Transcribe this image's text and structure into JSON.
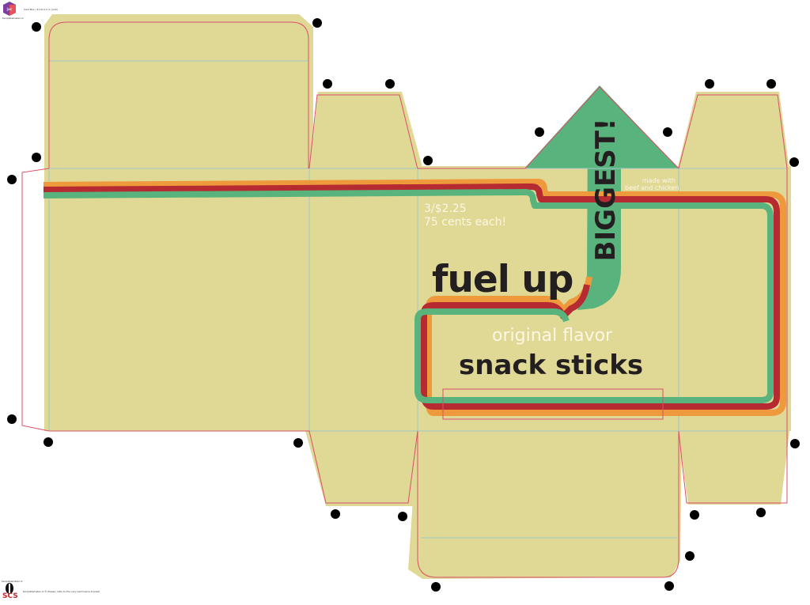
{
  "header": {
    "logo_caption": "templatemaker.nl",
    "template_label": "Card Box / 4×4×1.5 in (inch)"
  },
  "footer": {
    "brand_caption": "templatemaker.nl",
    "brand_logo": "SCS",
    "license_note": "templatemaker.nl © Please, refer to the very permissive license!"
  },
  "artwork": {
    "price_line1": "3/$2.25",
    "price_line2": "75 cents each!",
    "made_with_line1": "made with",
    "made_with_line2": "beef and chicken",
    "headline": "fuel up",
    "flavor": "original flavor",
    "product": "snack sticks",
    "burst": "BIGGEST!"
  },
  "colors": {
    "board": "#e0d895",
    "cut_line": "#d9506a",
    "fold_line": "#9fc7c9",
    "stripe_orange": "#ee9a3c",
    "stripe_red": "#b52b31",
    "stripe_green": "#58b47c",
    "text_dark": "#231f20",
    "text_light": "#fbf7e4",
    "register_mark": "#000000"
  },
  "icons": {
    "top_logo": "scissors-hexagon-icon",
    "bottom_logo": "scs-crest-icon"
  }
}
